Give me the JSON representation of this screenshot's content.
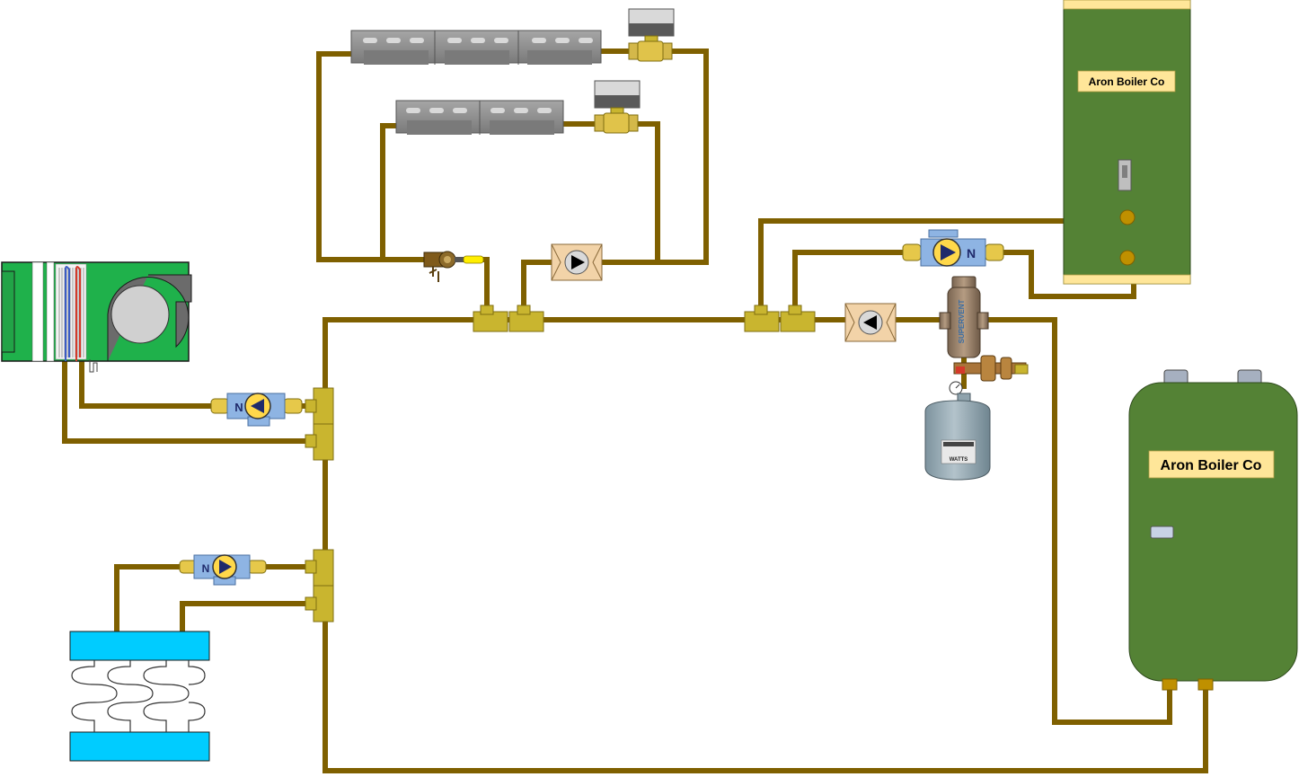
{
  "labels": {
    "indirect_tank": "Aron Boiler Co",
    "boiler": "Aron Boiler Co",
    "air_separator_brand": "SUPERVENT",
    "expansion_tank_brand": "WATTS"
  },
  "colors": {
    "pipe": "#7f6000",
    "boiler_green": "#548235",
    "label_fill": "#ffe699",
    "radiant_panel": "#00ccff",
    "air_handler_green": "#1fb14b",
    "brass": "#c9b52f",
    "baseboard_gray": "#8c8c8c",
    "expansion_tank": "#8fa3ad"
  },
  "components": [
    "air-handler",
    "radiant-panel",
    "baseboard-upper",
    "baseboard-lower",
    "zone-valve-upper",
    "zone-valve-lower",
    "circulator-air-handler",
    "circulator-radiant",
    "circulator-indirect",
    "circulator-baseboard",
    "circulator-primary",
    "indirect-water-heater",
    "boiler",
    "air-separator",
    "expansion-tank",
    "ball-valve"
  ]
}
